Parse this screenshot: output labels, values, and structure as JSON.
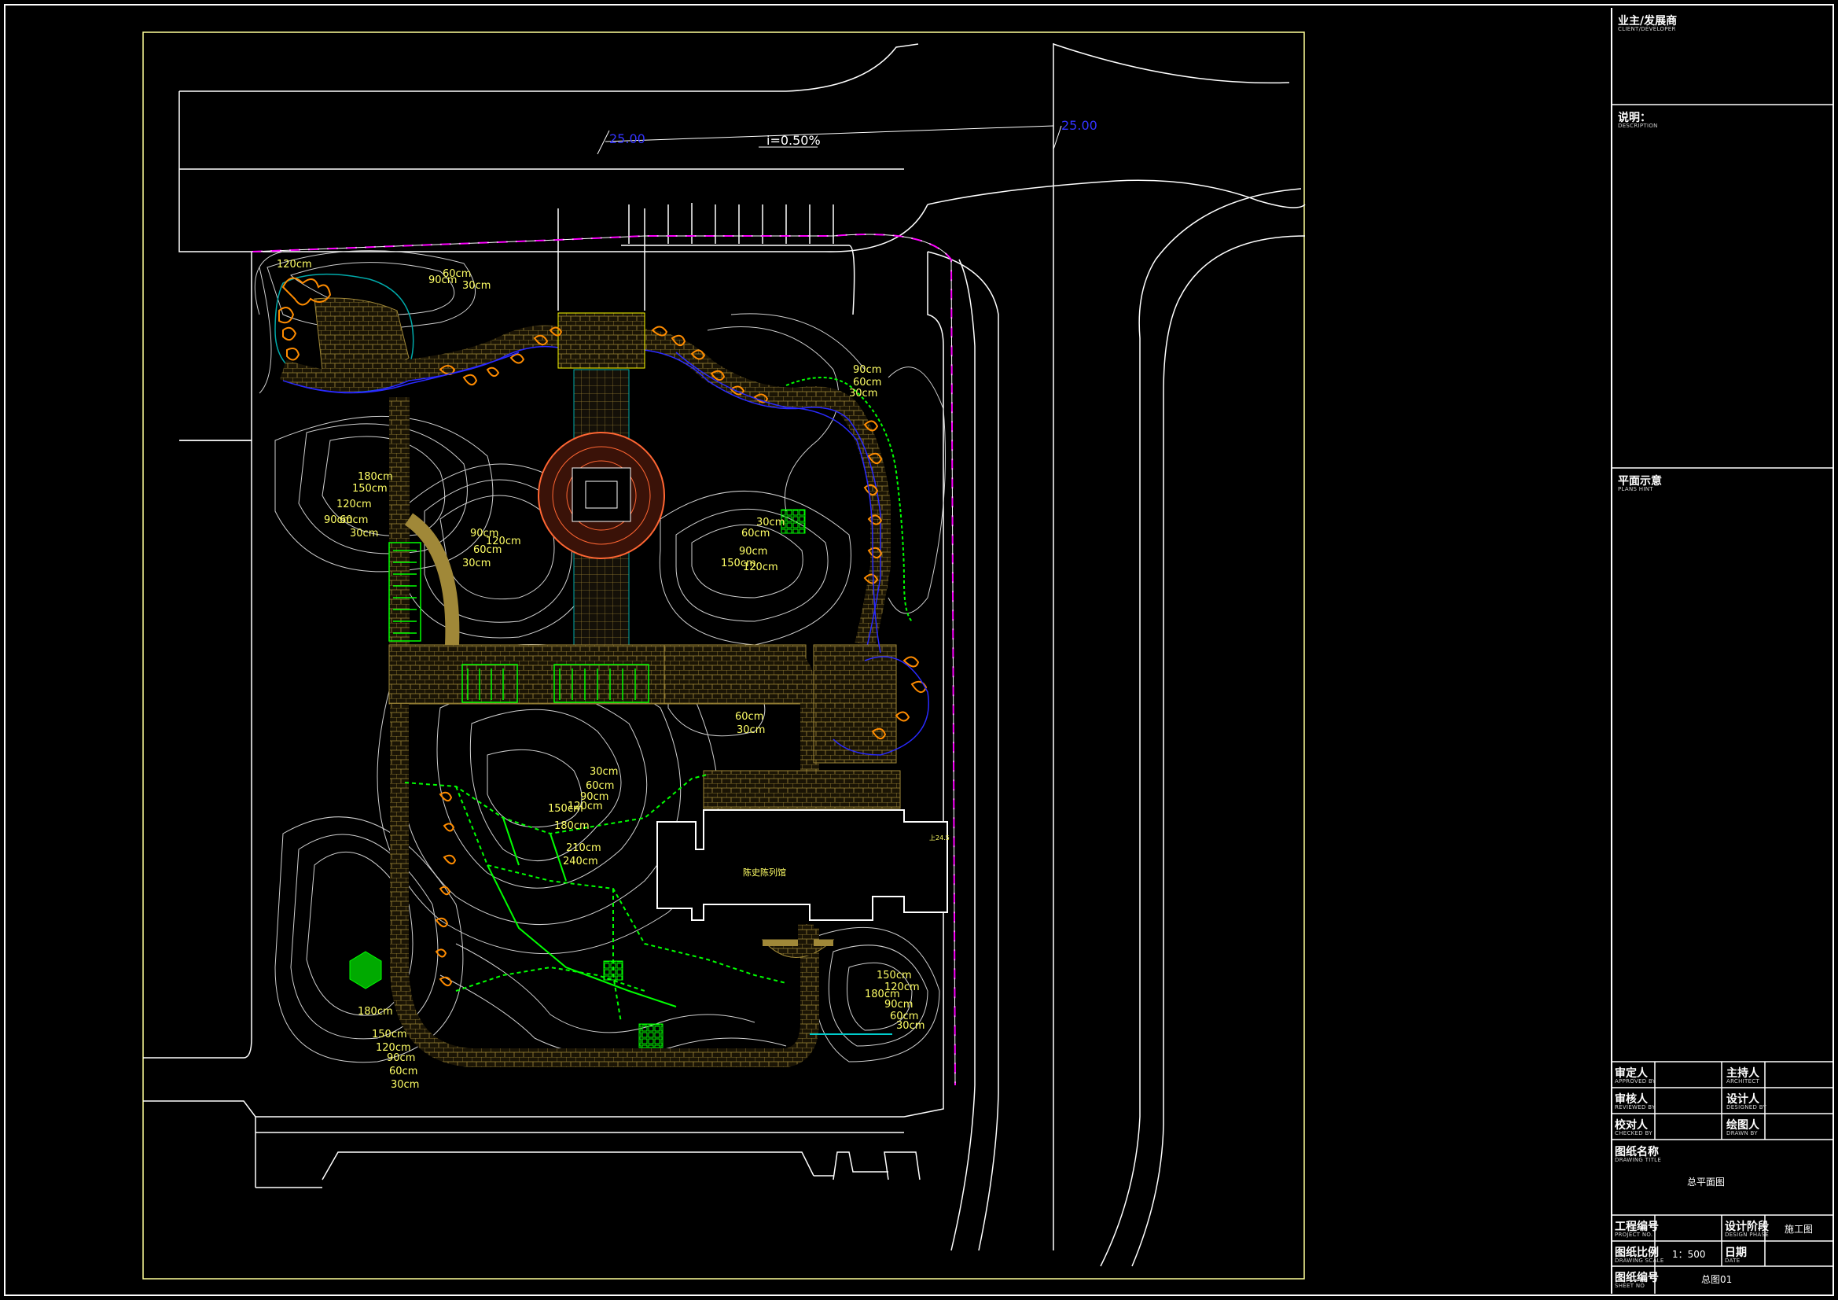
{
  "drawing": {
    "elevation_left": "25.00",
    "elevation_right": "25.00",
    "slope": "i=0.50%",
    "building_label": "陈史陈列馆",
    "small_label": "上24.5",
    "contours": {
      "nw_pond": [
        "120cm",
        "90cm",
        "60cm",
        "30cm"
      ],
      "west": [
        "180cm",
        "150cm",
        "120cm",
        "90cm",
        "60cm",
        "30cm"
      ],
      "center_west": [
        "90cm",
        "120cm",
        "60cm",
        "30cm"
      ],
      "center_east": [
        "30cm",
        "60cm",
        "90cm",
        "150cm",
        "120cm"
      ],
      "east_stream": [
        "90cm",
        "60cm",
        "30cm"
      ],
      "south_lawn": [
        "60cm",
        "30cm"
      ],
      "hill": [
        "30cm",
        "60cm",
        "90cm",
        "120cm",
        "150cm",
        "180cm",
        "210cm",
        "240cm"
      ],
      "southeast": [
        "150cm",
        "120cm",
        "180cm",
        "90cm",
        "60cm",
        "30cm"
      ],
      "southwest": [
        "180cm",
        "150cm",
        "120cm",
        "90cm",
        "60cm",
        "30cm"
      ]
    }
  },
  "title_block": {
    "client_cn": "业主/发展商",
    "client_en": "CLIENT/DEVELOPER",
    "notes_cn": "说明：",
    "notes_en": "DESCRIPTION",
    "plan_cn": "平面示意",
    "plan_en": "PLANS HINT",
    "approved_cn": "审定人",
    "approved_en": "APPROVED BY",
    "architect_cn": "主持人",
    "architect_en": "ARCHITECT",
    "reviewed_cn": "审核人",
    "reviewed_en": "REVIEWED BY",
    "designed_cn": "设计人",
    "designed_en": "DESIGNED BY",
    "checked_cn": "校对人",
    "checked_en": "CHECKED BY",
    "drawn_cn": "绘图人",
    "drawn_en": "DRAWN BY",
    "title_cn": "图纸名称",
    "title_en": "DRAWING TITLE",
    "title_value": "总平面图",
    "project_cn": "工程编号",
    "project_en": "PROJECT NO.",
    "phase_cn": "设计阶段",
    "phase_en": "DESIGN PHASE",
    "phase_value": "施工图",
    "scale_cn": "图纸比例",
    "scale_en": "DRAWING SCALE",
    "scale_value": "1：500",
    "date_cn": "日期",
    "date_en": "DATE",
    "sheet_cn": "图纸编号",
    "sheet_en": "SHEET NO",
    "sheet_value": "总图01"
  },
  "colors": {
    "background": "#000000",
    "linework": "#ffffff",
    "paving": "#c8b060",
    "water_edge": "#2a2aff",
    "rocks": "#ff8c00",
    "planting": "#00ff00",
    "labels": "#ffff66",
    "site_frame": "#ffff99",
    "elevation": "#3333ff"
  }
}
